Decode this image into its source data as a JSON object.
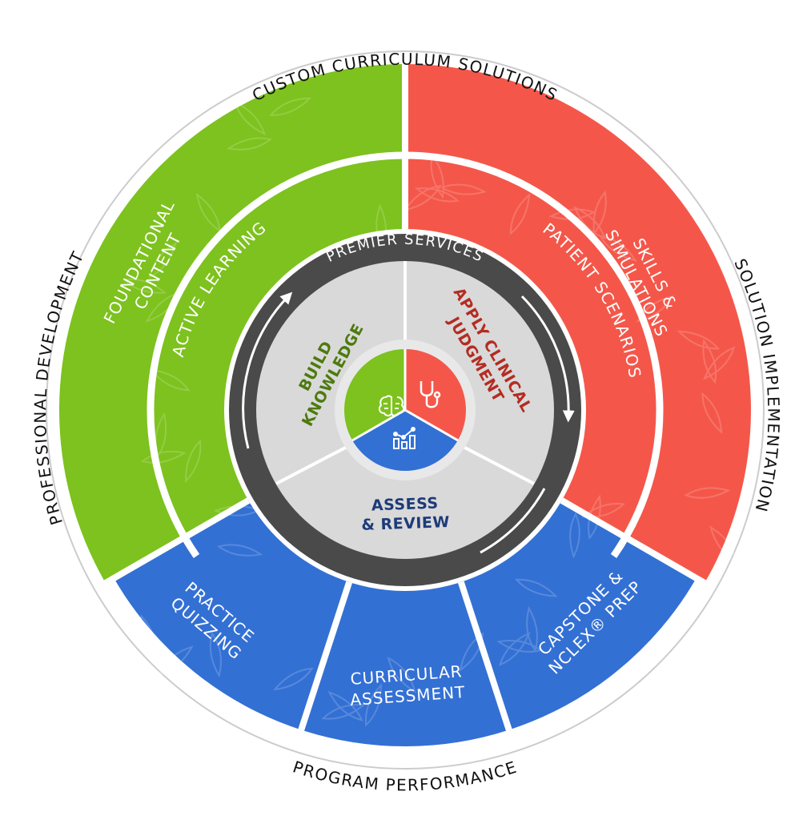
{
  "colors": {
    "green": "#7dc21e",
    "red": "#f4574a",
    "blue": "#3370d4",
    "dark_ring": "#4a4a4a",
    "core_gray": "#d9d9d9",
    "text_green": "#4d7a0e",
    "text_red": "#b42c22",
    "text_blue": "#1d3b78"
  },
  "outer_ring": {
    "top": "CUSTOM CURRICULUM SOLUTIONS",
    "right": "SOLUTION IMPLEMENTATION",
    "bottom": "PROGRAM PERFORMANCE",
    "left": "PROFESSIONAL DEVELOPMENT"
  },
  "outer_segments": {
    "green": [
      "FOUNDATIONAL",
      "CONTENT"
    ],
    "red": [
      "SKILLS &",
      "SIMULATIONS"
    ]
  },
  "middle_segments": {
    "green": "ACTIVE LEARNING",
    "red": "PATIENT SCENARIOS"
  },
  "blue_segments": {
    "left": [
      "PRACTICE",
      "QUIZZING"
    ],
    "center": [
      "CURRICULAR",
      "ASSESSMENT"
    ],
    "right": [
      "CAPSTONE &",
      "NCLEX® PREP"
    ]
  },
  "premier": "PREMIER SERVICES",
  "core": {
    "build": [
      "BUILD",
      "KNOWLEDGE"
    ],
    "apply": [
      "APPLY CLINICAL",
      "JUDGMENT"
    ],
    "assess": [
      "ASSESS",
      "& REVIEW"
    ]
  },
  "icons": {
    "green": "brain-icon",
    "red": "stethoscope-icon",
    "blue": "bar-chart-icon"
  }
}
